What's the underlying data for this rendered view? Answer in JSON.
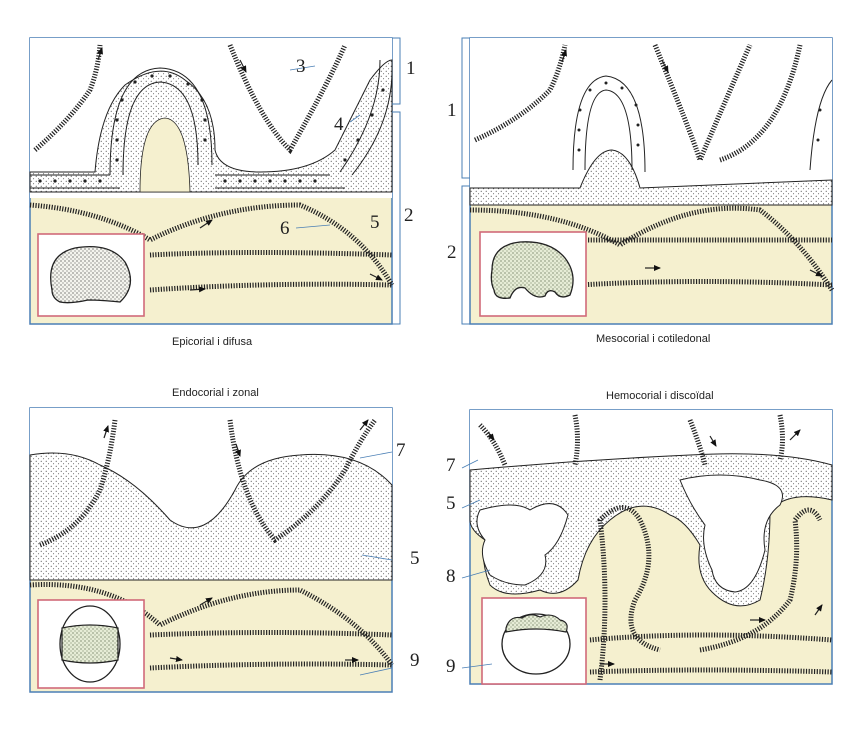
{
  "captions": {
    "epicorial": "Epicorial i difusa",
    "mesocorial": "Mesocorial i cotiledonal",
    "endocorial": "Endocorial i zonal",
    "hemocorial": "Hemocorial i discoïdal"
  },
  "labels": {
    "p1": [
      "3",
      "1",
      "4",
      "5",
      "2",
      "6"
    ],
    "p2": [
      "1",
      "2"
    ],
    "p3": [
      "7",
      "5",
      "9"
    ],
    "p4": [
      "7",
      "5",
      "8",
      "9"
    ]
  },
  "colors": {
    "stroma": "#f5f0cf",
    "outline": "#222222",
    "inset_border": "#d06a7a",
    "frame": "#4a7fb5"
  }
}
